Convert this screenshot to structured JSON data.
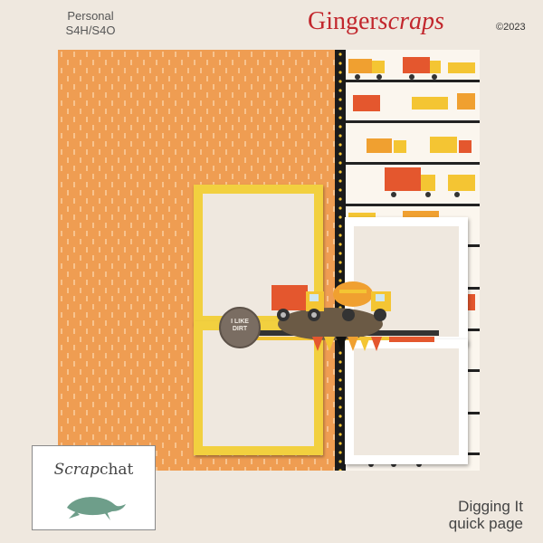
{
  "header": {
    "license_line1": "Personal",
    "license_line2": "S4H/S4O",
    "brand_part1": "Ginger",
    "brand_part2": "scraps",
    "copyright": "©2023"
  },
  "badge": {
    "text": "I LIKE DIRT"
  },
  "logo": {
    "brand_part1": "Scrap",
    "brand_part2": "chat"
  },
  "title": {
    "line1": "Digging It",
    "line2": "quick page"
  },
  "colors": {
    "orange_paper": "#ef9d52",
    "yellow_frame": "#f2d03f",
    "ribbon": "#1a1a1a",
    "brand_red": "#c2272d",
    "turtle": "#6e9e8a"
  }
}
